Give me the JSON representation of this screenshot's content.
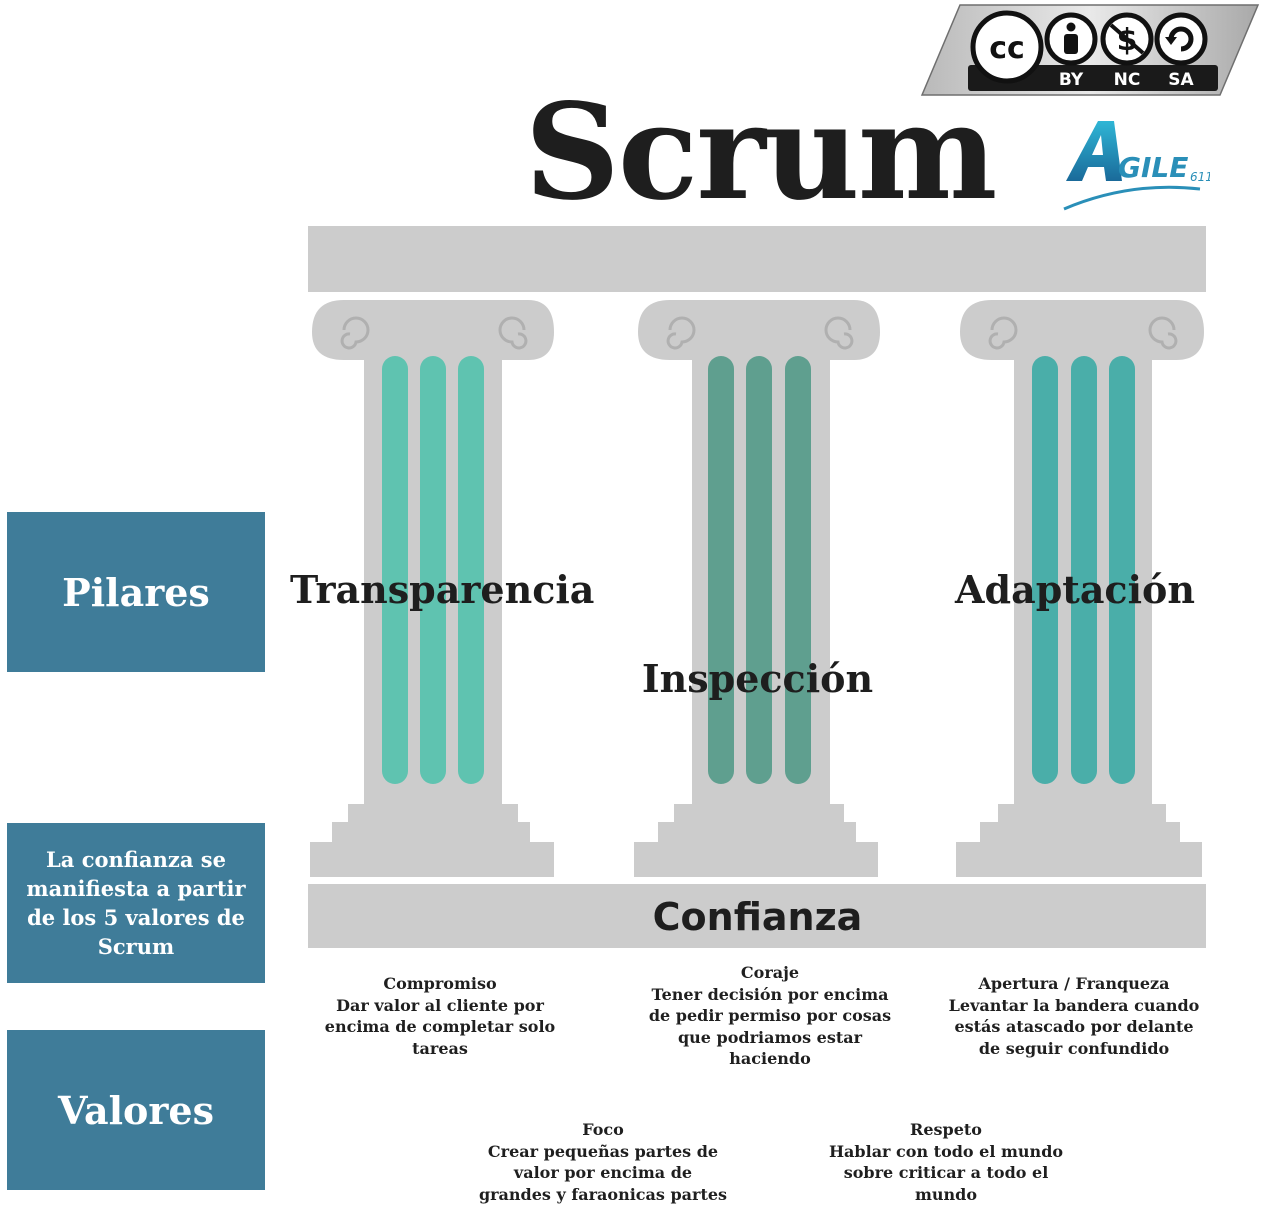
{
  "title": "Scrum",
  "license_badge": {
    "cc": "cc",
    "by": "BY",
    "nc": "NC",
    "sa": "SA"
  },
  "logo": {
    "text": "GILE",
    "suffix": "611"
  },
  "side_boxes": {
    "pilares": "Pilares",
    "confianza_note": "La confianza se manifiesta a partir de los 5 valores de Scrum",
    "valores": "Valores"
  },
  "pillars": [
    {
      "label": "Transparencia",
      "color": "#5fc3b0"
    },
    {
      "label": "Inspección",
      "color": "#5f9f8f"
    },
    {
      "label": "Adaptación",
      "color": "#4aaea9"
    }
  ],
  "base": "Confianza",
  "values": [
    {
      "name": "Compromiso",
      "description": "Dar valor al cliente por encima de completar solo tareas"
    },
    {
      "name": "Coraje",
      "description": "Tener decisión por encima de pedir permiso por cosas que podriamos estar haciendo"
    },
    {
      "name": "Apertura / Franqueza",
      "description": "Levantar la bandera cuando estás atascado por delante de seguir confundido"
    },
    {
      "name": "Foco",
      "description": "Crear pequeñas partes de valor por encima de grandes y faraonicas partes"
    },
    {
      "name": "Respeto",
      "description": "Hablar con todo el mundo sobre criticar a todo el mundo"
    }
  ],
  "colors": {
    "accent_box": "#3f7c99",
    "stone": "#cccccc",
    "stone_dark": "#bdbdbd"
  }
}
